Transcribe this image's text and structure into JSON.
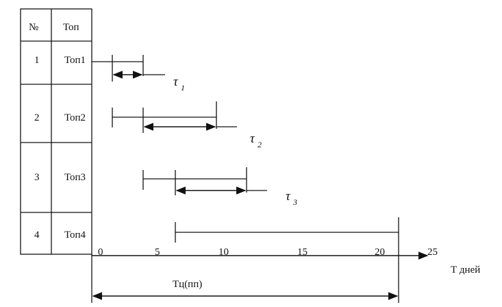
{
  "table": {
    "headers": [
      "№",
      "Топ"
    ],
    "rows": [
      {
        "num": "1",
        "name": "Топ1"
      },
      {
        "num": "2",
        "name": "Топ2"
      },
      {
        "num": "3",
        "name": "Топ3"
      },
      {
        "num": "4",
        "name": "Топ4"
      }
    ]
  },
  "axis": {
    "ticks": [
      "0",
      "5",
      "10",
      "15",
      "20",
      "25"
    ],
    "label": "Т дней"
  },
  "operations": [
    {
      "tau_symbol": "τ",
      "tau_sub": "1"
    },
    {
      "tau_symbol": "τ",
      "tau_sub": "2"
    },
    {
      "tau_symbol": "τ",
      "tau_sub": "3"
    }
  ],
  "total": {
    "label": "Тц(пп)"
  }
}
